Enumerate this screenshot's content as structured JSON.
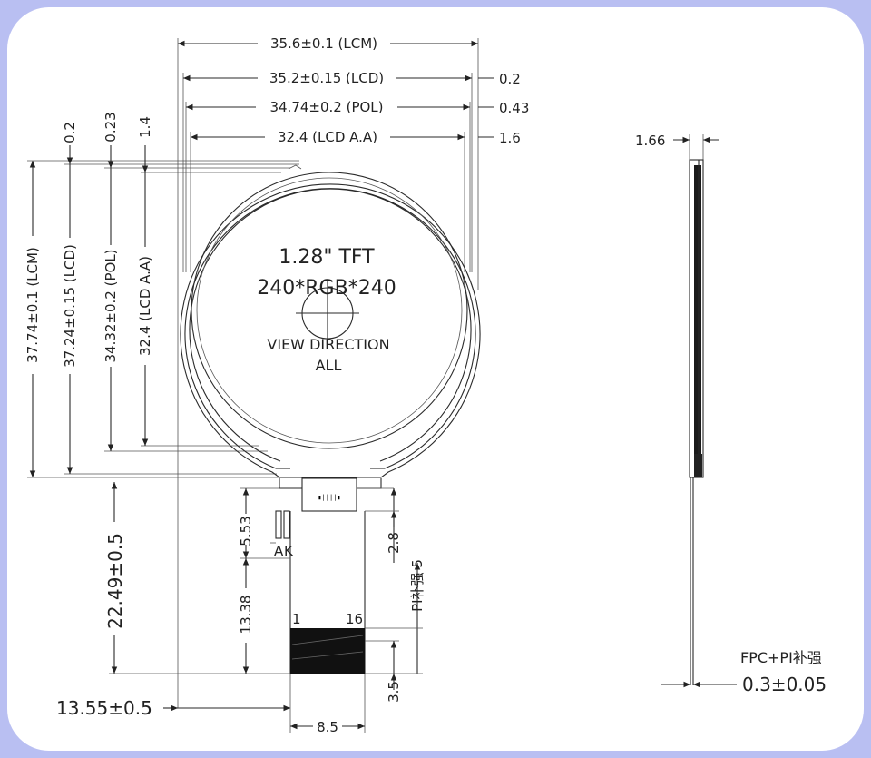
{
  "display": {
    "size": "1.28\" TFT",
    "resolution": "240*RGB*240",
    "view_direction": "VIEW DIRECTION",
    "view_value": "ALL",
    "fpc_label": "PI补强 5",
    "pin_first": "1",
    "pin_last": "16",
    "pin_a": "A",
    "pin_k": "K",
    "fpc_mark": "▮||||▮"
  },
  "dims_top": [
    {
      "label": "35.6±0.1 (LCM)"
    },
    {
      "label": "35.2±0.15 (LCD)",
      "right": "0.2"
    },
    {
      "label": "34.74±0.2 (POL)",
      "right": "0.43"
    },
    {
      "label": "32.4 (LCD A.A)",
      "right": "1.6"
    }
  ],
  "dims_left": [
    {
      "label": "37.74±0.1 (LCM)",
      "top": "0.2"
    },
    {
      "label": "37.24±0.15 (LCD)",
      "top": "0.23"
    },
    {
      "label": "34.32±0.2 (POL)",
      "top": "1.4"
    },
    {
      "label": "32.4 (LCD A.A)"
    }
  ],
  "dims_fpc": {
    "total": "22.49±0.5",
    "d553": "5.53",
    "d1338": "13.38",
    "d28": "2.8",
    "d35": "3.5",
    "width": "8.5",
    "offset": "13.55±0.5"
  },
  "side_view": {
    "thickness": "1.66",
    "material": "FPC+PI补强",
    "fpc_thickness": "0.3±0.05"
  }
}
